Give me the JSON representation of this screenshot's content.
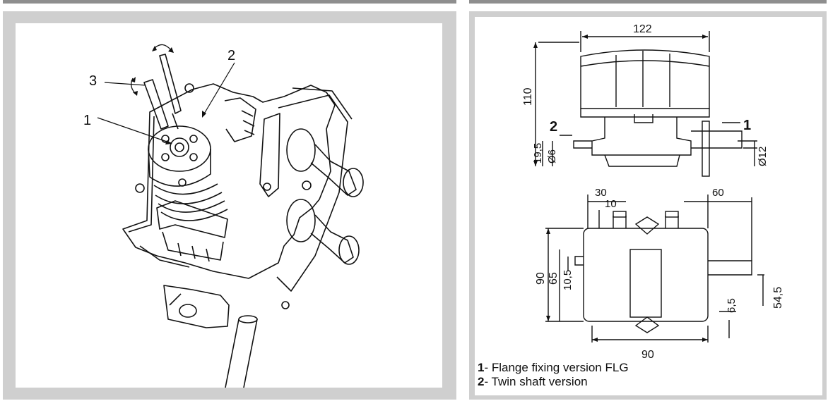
{
  "left_figure": {
    "callouts": [
      "1",
      "2",
      "3"
    ]
  },
  "right_figure": {
    "dims": {
      "top_width": "122",
      "height_total": "110",
      "shaft_height": "19,5",
      "shaft2_diam": "Ø6",
      "shaft1_diam": "Ø12",
      "offset_left": "30",
      "offset_small": "10",
      "offset_right": "60",
      "base_height": "90",
      "mount_height": "65",
      "shaft_offset": "10,5",
      "shaft_right_height": "54,5",
      "hole": "6,5",
      "base_width": "90"
    },
    "labels": {
      "flange": "1",
      "twin": "2"
    }
  },
  "legend": [
    {
      "num": "1",
      "text": "- Flange fixing version FLG"
    },
    {
      "num": "2",
      "text": "- Twin shaft version"
    }
  ]
}
